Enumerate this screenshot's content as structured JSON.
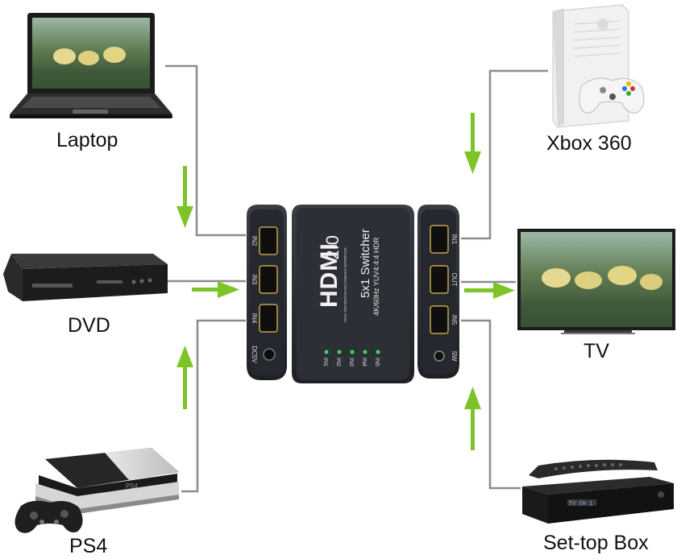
{
  "devices": {
    "laptop": "Laptop",
    "dvd": "DVD",
    "ps4": "PS4",
    "xbox": "Xbox 360",
    "tv": "TV",
    "settop": "Set-top Box"
  },
  "switcher": {
    "brand": "HDMI",
    "version": "2.0",
    "tagline": "HIGH DEFINITION MULTIMEDIA INTERFACE",
    "model": "5x1 Switcher",
    "spec": "4K/60Hz YUV4:4:4 HDR",
    "left_ports": [
      "IN2",
      "IN3",
      "IN4"
    ],
    "power_label": "DC5V",
    "right_ports": [
      "IN1",
      "OUT",
      "IN5"
    ],
    "button_label": "SW",
    "led_labels": [
      "IN1",
      "IN2",
      "IN3",
      "IN4",
      "IN5"
    ]
  },
  "colors": {
    "arrow": "#7dc429",
    "wire": "#8c8c8c",
    "device_body": "#2a2c30",
    "led": "#3adb5a"
  },
  "icons": [
    "laptop-icon",
    "dvd-player-icon",
    "ps4-console-icon",
    "xbox-360-icon",
    "tv-icon",
    "set-top-box-icon"
  ]
}
